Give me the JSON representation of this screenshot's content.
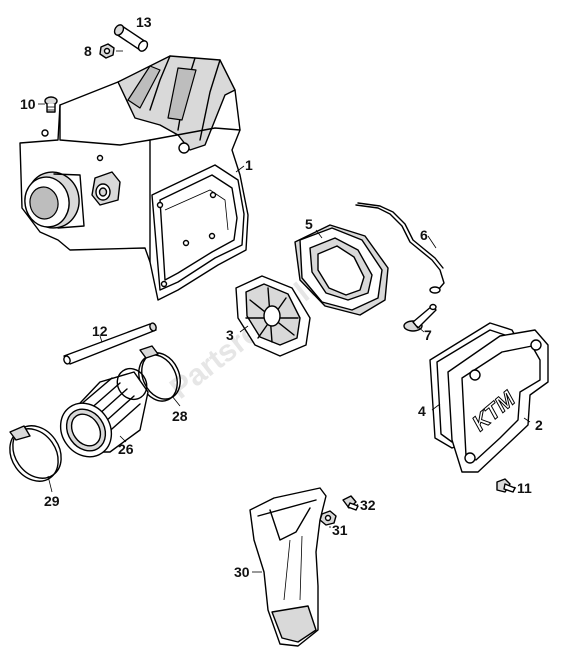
{
  "watermark": "Partsrepublik",
  "logo_text": "KTM",
  "callouts": {
    "p1": "1",
    "p2": "2",
    "p3": "3",
    "p4": "4",
    "p5": "5",
    "p6": "6",
    "p7": "7",
    "p8": "8",
    "p10": "10",
    "p11": "11",
    "p12": "12",
    "p13": "13",
    "p26": "26",
    "p28": "28",
    "p29": "29",
    "p30": "30",
    "p31": "31",
    "p32": "32"
  }
}
